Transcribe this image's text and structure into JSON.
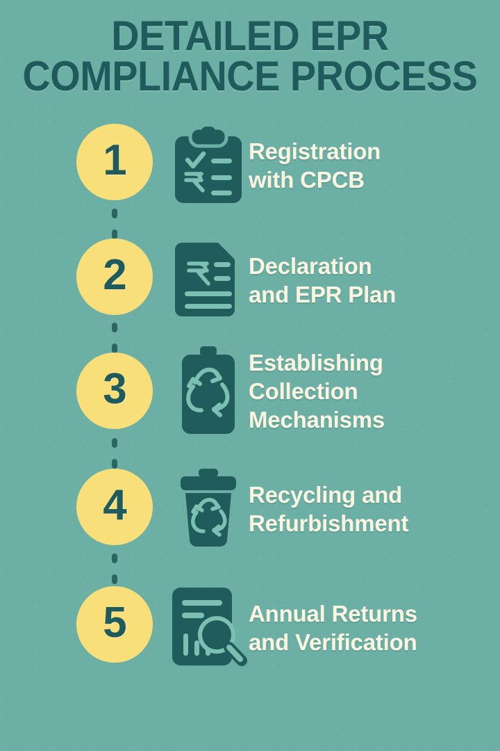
{
  "poster": {
    "title_line1": "DETAILED EPR",
    "title_line2": "COMPLIANCE PROCESS",
    "background_color": "#6cb0a5",
    "badge_color": "#f9df79",
    "dark_teal": "#1f5a5c",
    "icon_detail_color": "#7cc0b3",
    "text_color": "#faf4e1"
  },
  "steps": [
    {
      "number": "1",
      "icon": "clipboard-checklist-rupee-icon",
      "label_line1": "Registration",
      "label_line2": "with CPCB",
      "label_line3": ""
    },
    {
      "number": "2",
      "icon": "document-rupee-icon",
      "label_line1": "Declaration",
      "label_line2": "and EPR Plan",
      "label_line3": ""
    },
    {
      "number": "3",
      "icon": "battery-recycle-icon",
      "label_line1": "Establishing",
      "label_line2": "Collection",
      "label_line3": "Mechanisms"
    },
    {
      "number": "4",
      "icon": "trash-bin-recycle-icon",
      "label_line1": "Recycling and",
      "label_line2": "Refurbishment",
      "label_line3": ""
    },
    {
      "number": "5",
      "icon": "report-magnifier-icon",
      "label_line1": "Annual Returns",
      "label_line2": "and Verification",
      "label_line3": ""
    }
  ]
}
